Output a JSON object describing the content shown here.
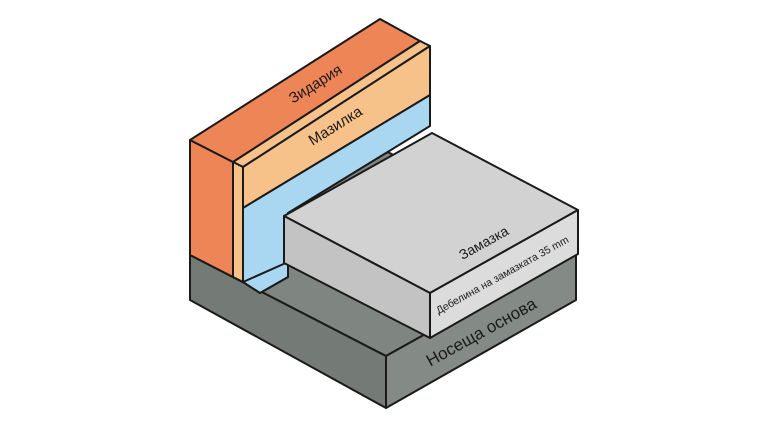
{
  "labels": {
    "brick": "Зидария",
    "plaster": "Мазилка",
    "screed": "Замазка",
    "screed_thickness": "Дебелина на замазката 35 mm",
    "base": "Носеща основа"
  },
  "colors": {
    "brick": "#EE8556",
    "plaster": "#F7C28A",
    "insulation": "#A9D7F2",
    "screed": "#D2D2D2",
    "base": "#7F8580",
    "outline": "#1A1A1A"
  }
}
